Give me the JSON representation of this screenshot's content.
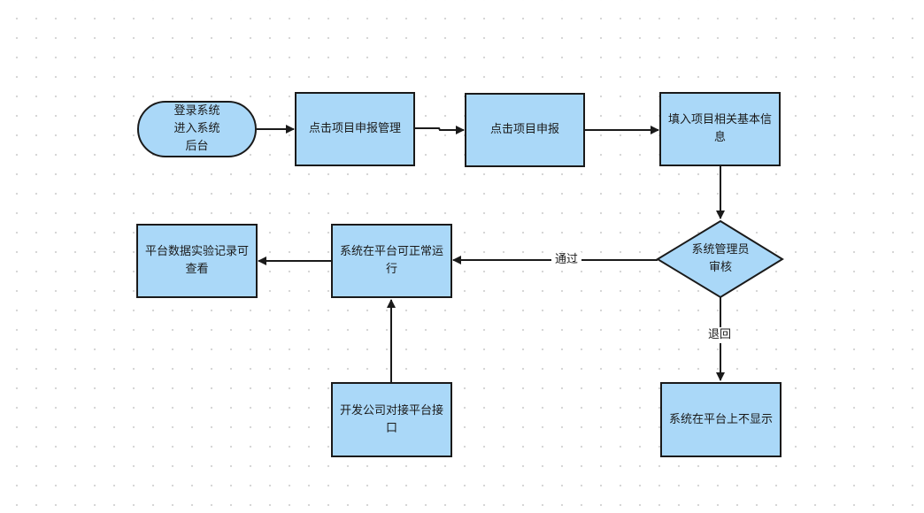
{
  "colors": {
    "node_fill": "#aad8f8",
    "node_border": "#1a1a1a",
    "edge": "#1a1a1a"
  },
  "nodes": {
    "start": "登录系统\n进入系统\n后台",
    "project_manage": "点击项目申报管理",
    "project_apply": "点击项目申报",
    "fill_info": "填入项目相关基本信\n息",
    "admin_review": "系统管理员\n审核",
    "platform_run": "系统在平台可正常运\n行",
    "data_view": "平台数据实验记录可\n查看",
    "dev_interface": "开发公司对接平台接\n口",
    "not_shown": "系统在平台上不显示"
  },
  "edges": {
    "pass_label": "通过",
    "reject_label": "退回"
  }
}
